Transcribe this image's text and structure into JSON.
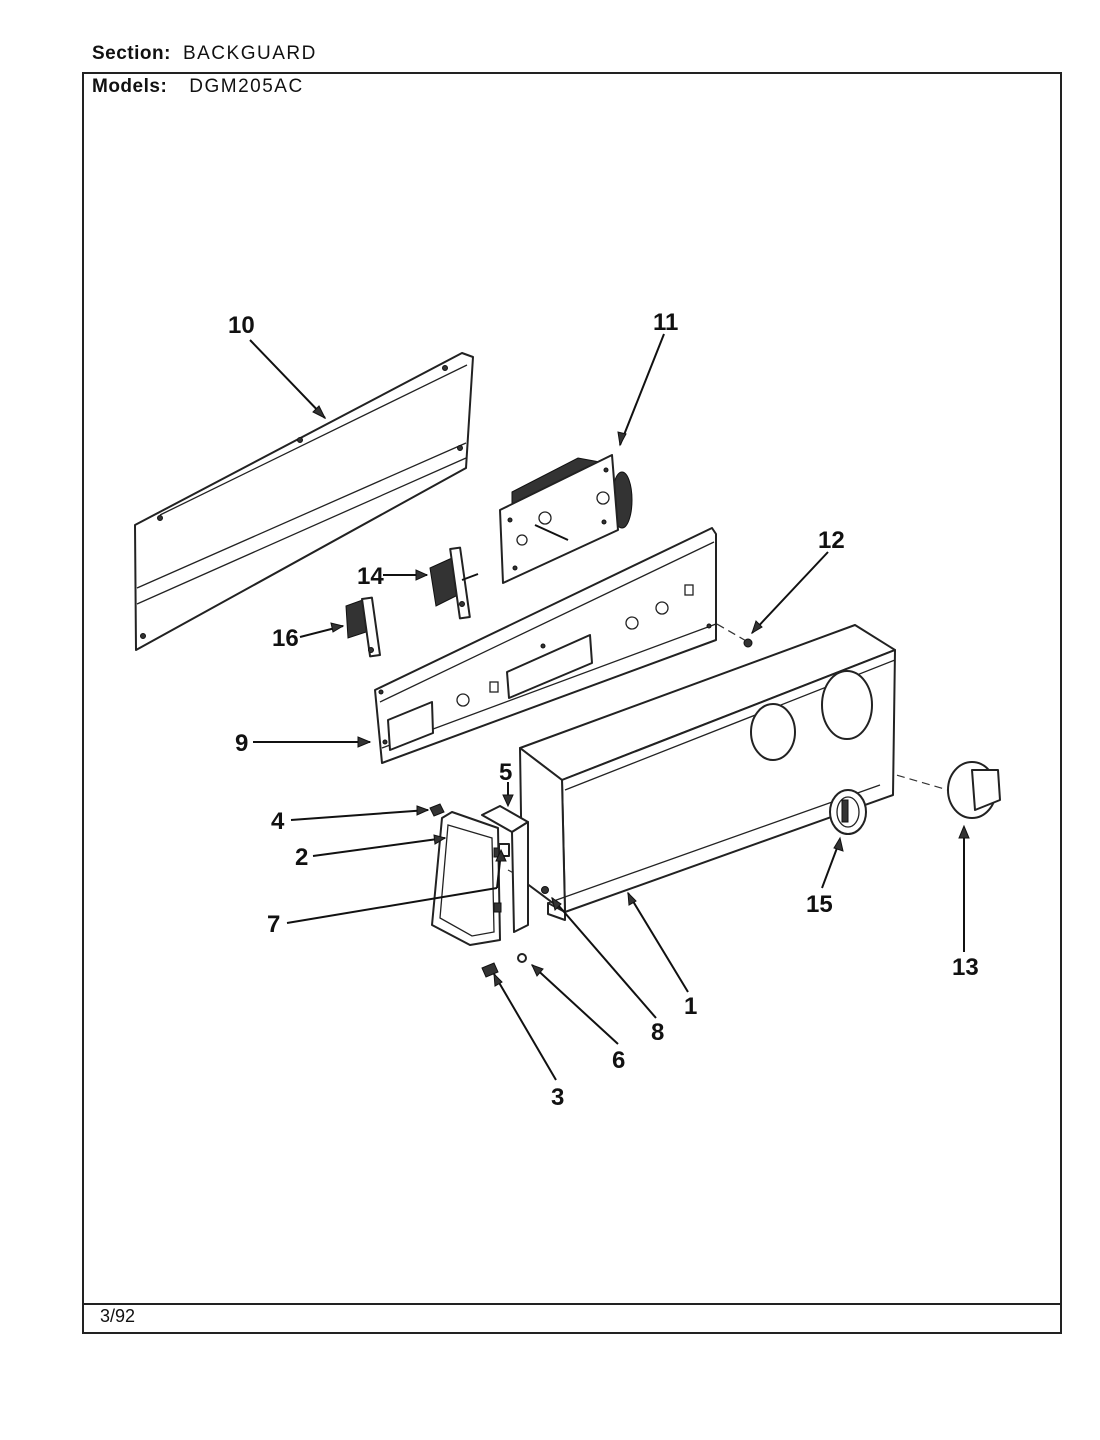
{
  "header": {
    "section_label": "Section:",
    "section_value": "BACKGUARD",
    "models_label": "Models:",
    "models_value": "DGM205AC"
  },
  "footer": {
    "date": "3/92"
  },
  "callouts": {
    "c1": "1",
    "c2": "2",
    "c3": "3",
    "c4": "4",
    "c5": "5",
    "c6": "6",
    "c7": "7",
    "c8": "8",
    "c9": "9",
    "c10": "10",
    "c11": "11",
    "c12": "12",
    "c13": "13",
    "c14": "14",
    "c15": "15",
    "c16": "16"
  }
}
